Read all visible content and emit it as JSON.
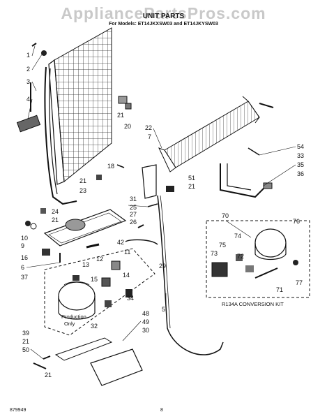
{
  "watermark": "AppliancePartsPros.com",
  "title": "UNIT PARTS",
  "subtitle": "For Models: ET14JKXSW03 and ET14JKYSW03",
  "callouts": [
    "1",
    "2",
    "3",
    "4",
    "21",
    "20",
    "22",
    "7",
    "54",
    "33",
    "35",
    "36",
    "18",
    "21",
    "23",
    "51",
    "21",
    "24",
    "21",
    "10",
    "9",
    "31",
    "25",
    "27",
    "26",
    "70",
    "75",
    "74",
    "76",
    "16",
    "6",
    "42",
    "37",
    "11",
    "12",
    "13",
    "15",
    "14",
    "29",
    "73",
    "72",
    "71",
    "77",
    "5",
    "34",
    "32",
    "48",
    "49",
    "30",
    "39",
    "21",
    "50",
    "21"
  ],
  "labels": {
    "production_only_1": "Production",
    "production_only_2": "Only",
    "conversion_kit": "R134A CONVERSION KIT"
  },
  "footer": {
    "doc_id": "879949",
    "page": "8"
  }
}
